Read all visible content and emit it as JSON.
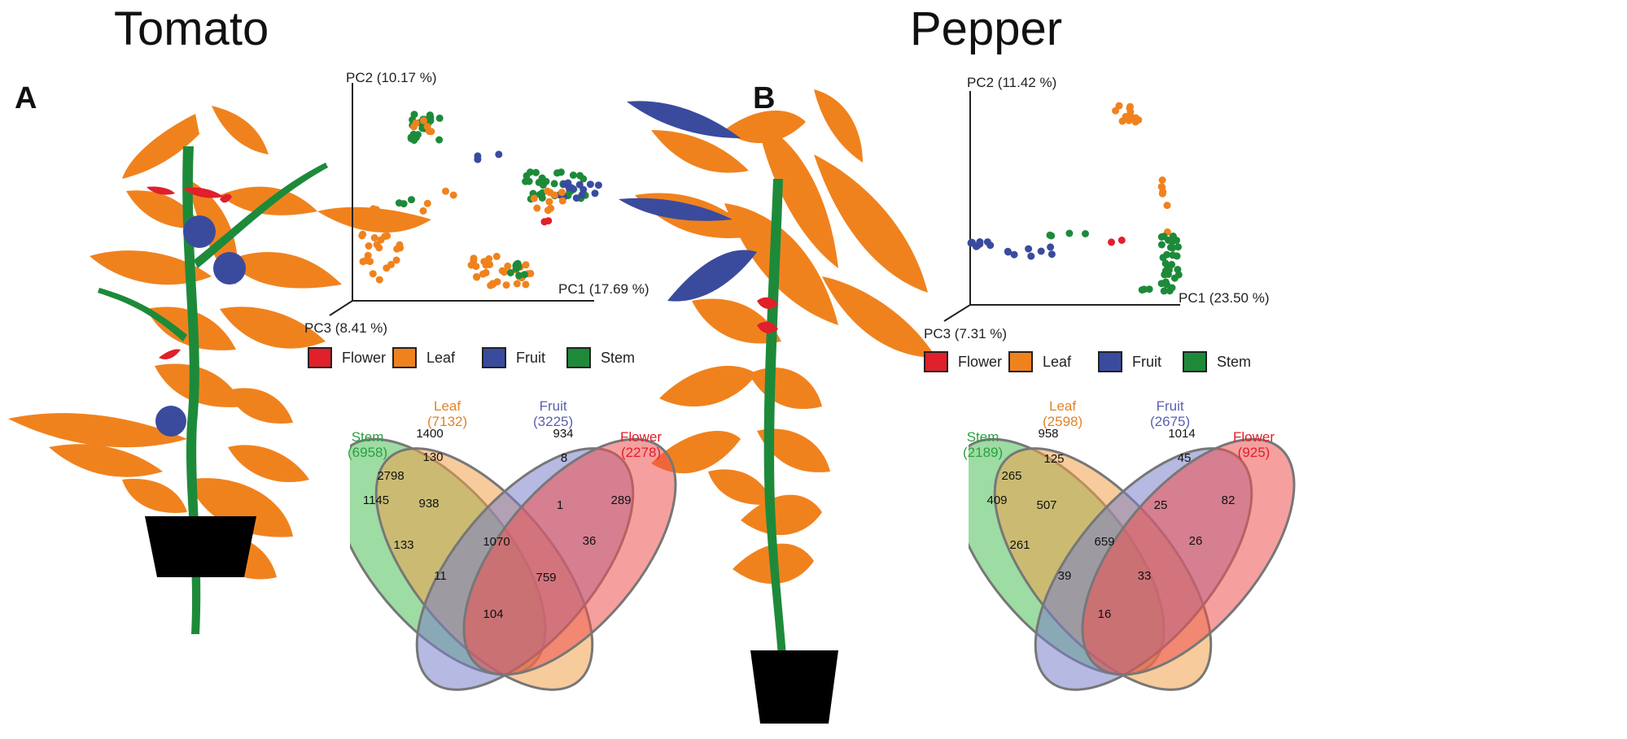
{
  "colors": {
    "flower": "#e0202a",
    "leaf": "#f0821e",
    "fruit": "#3a4b9e",
    "stem": "#1d8a3a",
    "pot": "#000000"
  },
  "tomato": {
    "title": "Tomato",
    "panel": "A",
    "pca": {
      "pc1": "PC1 (17.69 %)",
      "pc2": "PC2 (10.17 %)",
      "pc3": "PC3 (8.41 %)"
    },
    "legend": [
      {
        "key": "flower",
        "label": "Flower"
      },
      {
        "key": "leaf",
        "label": "Leaf"
      },
      {
        "key": "fruit",
        "label": "Fruit"
      },
      {
        "key": "stem",
        "label": "Stem"
      }
    ],
    "venn": {
      "sets": {
        "leaf": {
          "name": "Leaf",
          "count": "(7132)"
        },
        "fruit": {
          "name": "Fruit",
          "count": "(3225)"
        },
        "stem": {
          "name": "Stem",
          "count": "(6958)"
        },
        "flower": {
          "name": "Flower",
          "count": "(2278)"
        }
      },
      "regions": {
        "leaf_only": "1400",
        "fruit_only": "934",
        "stem_only": "1145",
        "flower_only": "289",
        "leaf_fruit": "130",
        "fruit_flower": "8",
        "stem_leaf": "2798",
        "stem_leaf_fruit": "938",
        "leaf_fruit_flower": "1",
        "all": "1070",
        "stem_fruit": "133",
        "fruit_flower_stem": "36",
        "stem_fruit_flower": "11",
        "leaf_flower_stem": "759",
        "leaf_flower": "104"
      }
    }
  },
  "pepper": {
    "title": "Pepper",
    "panel": "B",
    "pca": {
      "pc1": "PC1 (23.50 %)",
      "pc2": "PC2 (11.42 %)",
      "pc3": "PC3 (7.31 %)"
    },
    "legend": [
      {
        "key": "flower",
        "label": "Flower"
      },
      {
        "key": "leaf",
        "label": "Leaf"
      },
      {
        "key": "fruit",
        "label": "Fruit"
      },
      {
        "key": "stem",
        "label": "Stem"
      }
    ],
    "venn": {
      "sets": {
        "leaf": {
          "name": "Leaf",
          "count": "(2598)"
        },
        "fruit": {
          "name": "Fruit",
          "count": "(2675)"
        },
        "stem": {
          "name": "Stem",
          "count": "(2189)"
        },
        "flower": {
          "name": "Flower",
          "count": "(925)"
        }
      },
      "regions": {
        "leaf_only": "958",
        "fruit_only": "1014",
        "stem_only": "409",
        "flower_only": "82",
        "leaf_fruit": "125",
        "fruit_flower": "45",
        "stem_leaf": "265",
        "stem_leaf_fruit": "507",
        "leaf_fruit_flower": "25",
        "all": "659",
        "stem_fruit": "261",
        "fruit_flower_stem": "26",
        "stem_fruit_flower": "39",
        "leaf_flower_stem": "33",
        "leaf_flower": "16"
      }
    }
  }
}
